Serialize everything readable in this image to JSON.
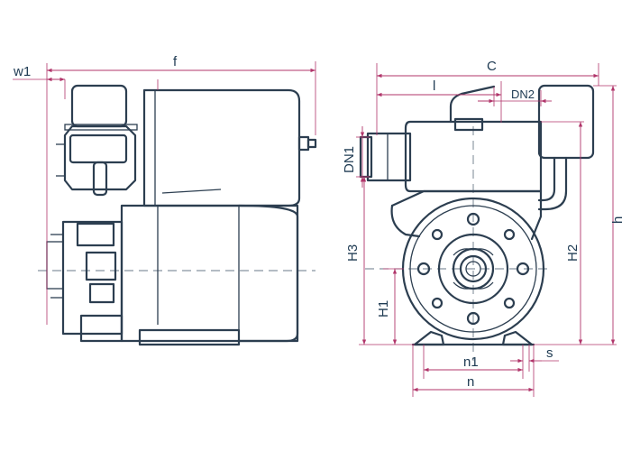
{
  "labels": {
    "w1": "w1",
    "f": "f",
    "C": "C",
    "l": "l",
    "DN2": "DN2",
    "DN1": "DN1",
    "H3": "H3",
    "H1": "H1",
    "H2": "H2",
    "h": "h",
    "n1": "n1",
    "n": "n",
    "s": "s"
  },
  "colors": {
    "outline": "#2c3e50",
    "dimension": "#b0356a",
    "centerline": "#6a7a88",
    "text": "#1e3a52"
  }
}
